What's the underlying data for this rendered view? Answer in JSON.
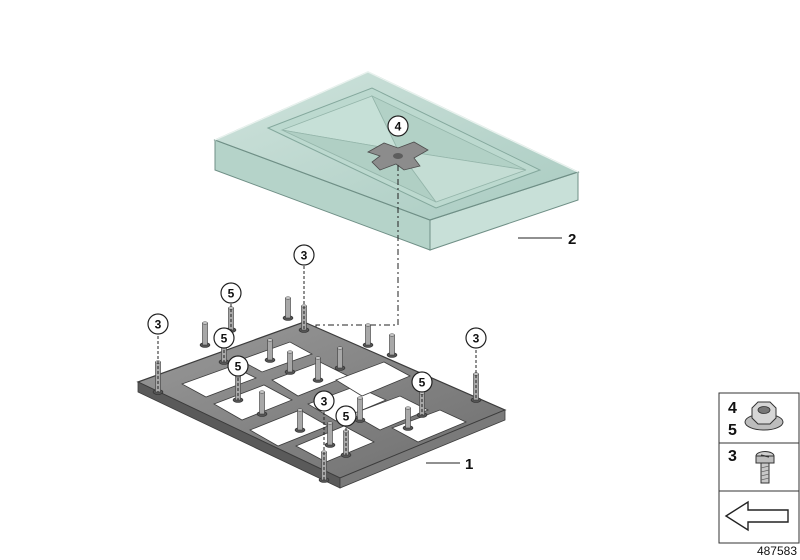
{
  "diagram": {
    "callouts": [
      "4",
      "3",
      "5",
      "3",
      "5",
      "5",
      "3",
      "5",
      "3",
      "5"
    ],
    "part_labels": [
      "2",
      "1"
    ],
    "legend": {
      "group_a": [
        "4",
        "5"
      ],
      "group_b": [
        "3"
      ]
    },
    "reference_number": "487583"
  }
}
